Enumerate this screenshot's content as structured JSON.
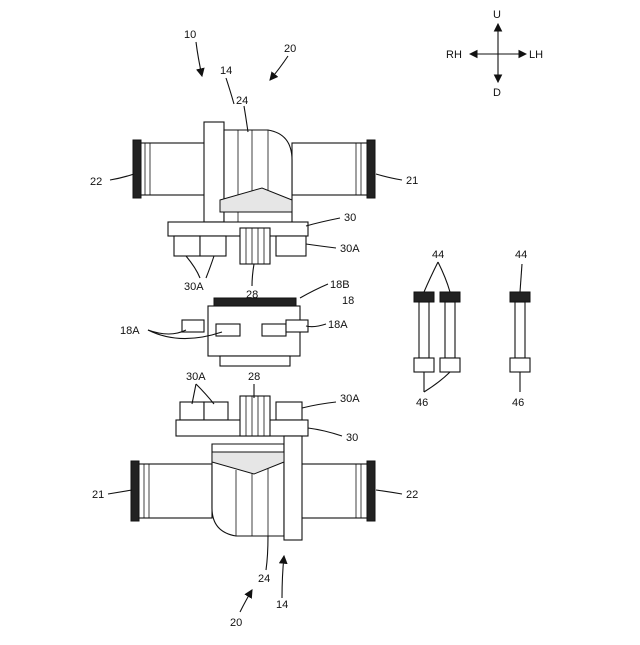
{
  "compass": {
    "up": "U",
    "down": "D",
    "left": "RH",
    "right": "LH"
  },
  "labels": {
    "assembly": "10",
    "joint_top": "14",
    "joint_top_body": "24",
    "unit_top": "20",
    "pipe_top_left": "22",
    "pipe_top_right": "21",
    "bracket_top": "30",
    "bracket_top_tab_right": "30A",
    "bracket_top_tab_left": "30A",
    "spline_top": "28",
    "member_cap": "18B",
    "member": "18",
    "member_tab_left": "18A",
    "member_tab_right": "18A",
    "spline_bottom": "28",
    "bracket_bottom_tab_left": "30A",
    "bracket_bottom_tab_right": "30A",
    "bracket_bottom": "30",
    "pipe_bottom_left": "21",
    "pipe_bottom_right": "22",
    "joint_bottom_body": "24",
    "joint_bottom": "14",
    "unit_bottom": "20",
    "bolt_pair_head": "44",
    "bolt_pair_nut": "46",
    "bolt_single_head": "44",
    "bolt_single_nut": "46"
  }
}
